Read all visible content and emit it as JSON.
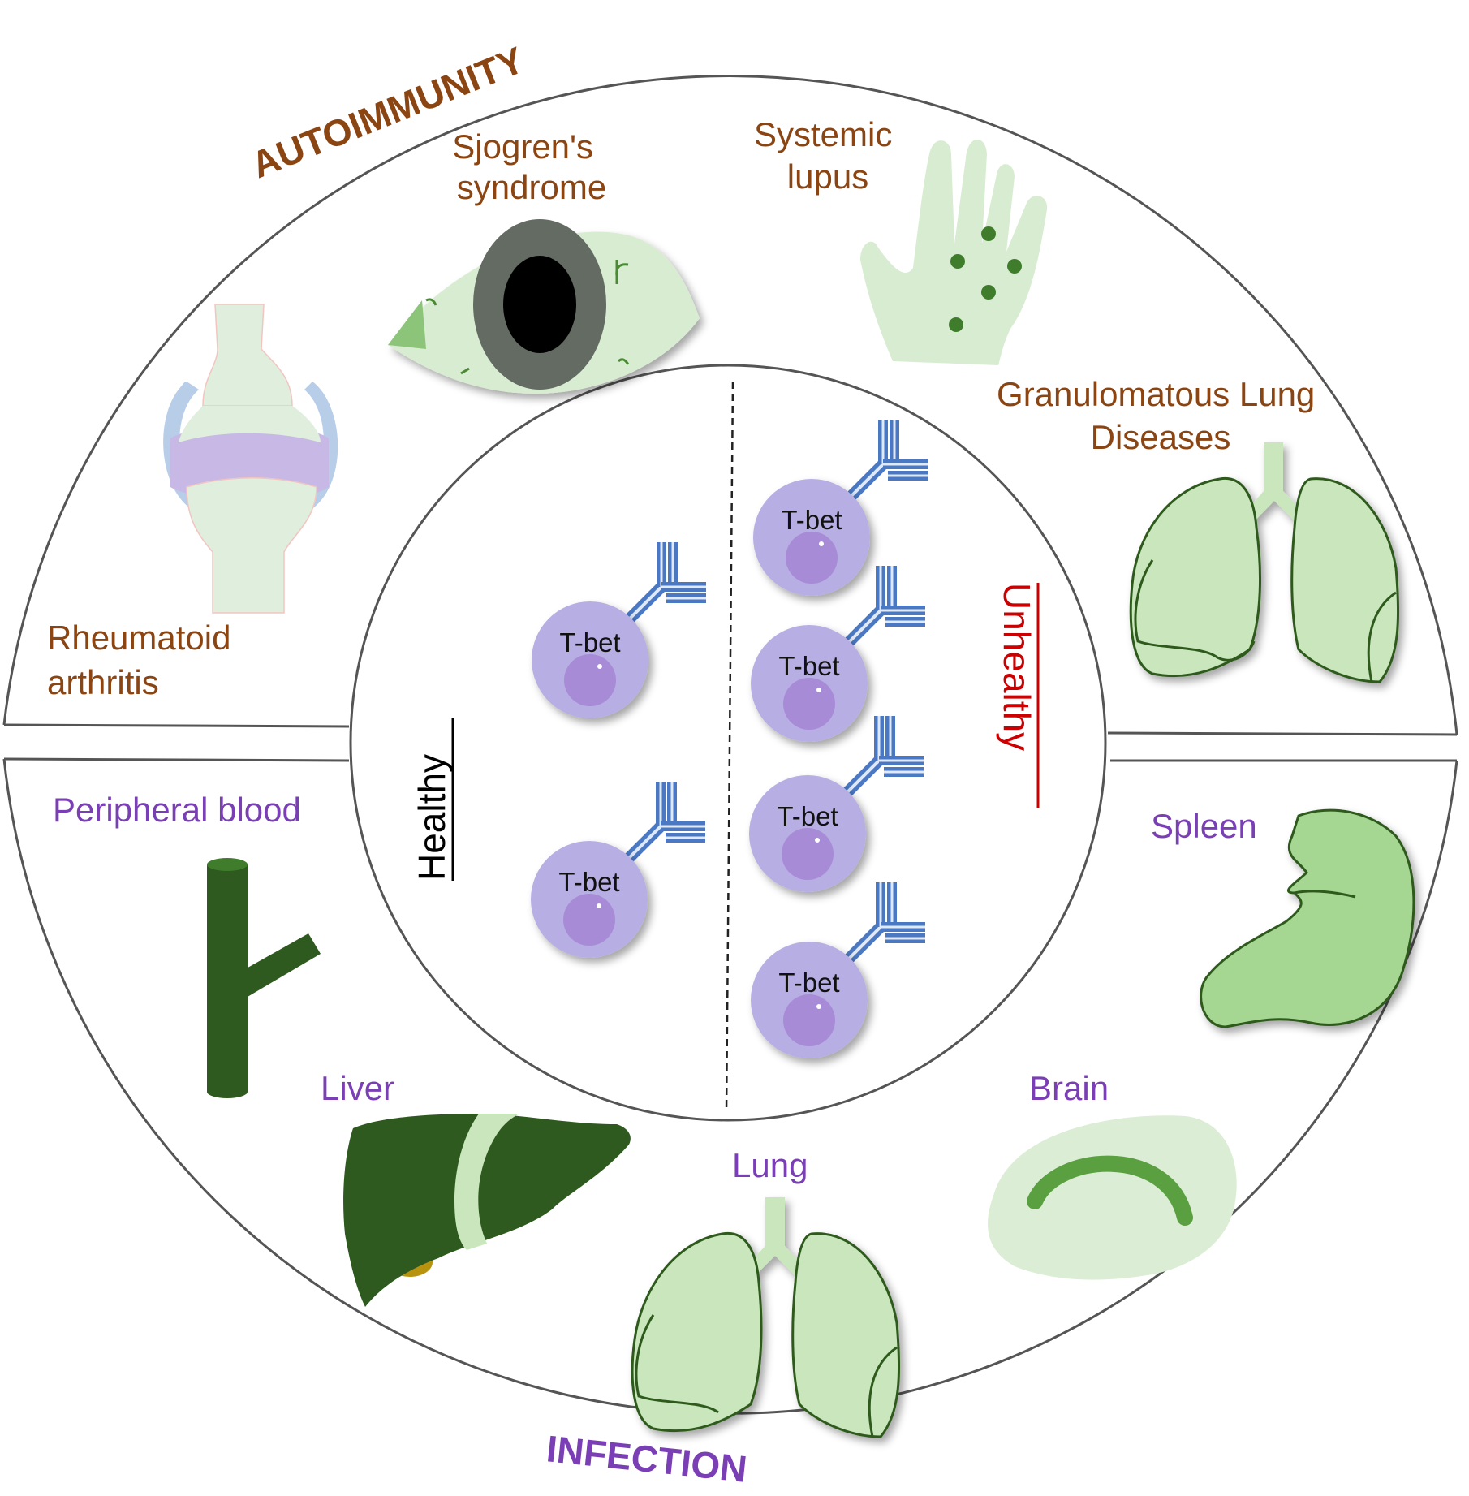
{
  "sections": {
    "top_title": "AUTOIMMUNITY",
    "bottom_title": "INFECTION"
  },
  "center": {
    "left_label": "Healthy",
    "right_label": "Unhealthy",
    "cell_marker": "T-bet"
  },
  "autoimmunity": {
    "sjogren": [
      "Sjogren's",
      "syndrome"
    ],
    "lupus": [
      "Systemic",
      "lupus"
    ],
    "granulomatous": [
      "Granulomatous Lung",
      "Diseases"
    ],
    "rheumatoid": [
      "Rheumatoid",
      "arthritis"
    ]
  },
  "infection": {
    "peripheral_blood": "Peripheral blood",
    "spleen": "Spleen",
    "liver": "Liver",
    "lung": "Lung",
    "brain": "Brain"
  },
  "colors": {
    "autoimmunity_text": "#8b4513",
    "infection_text": "#7b3fb5",
    "healthy_text": "#000000",
    "unhealthy_text": "#cc0000",
    "cell_fill": "#b7aee3",
    "nucleus_fill": "#a88bd6",
    "antibody": "#4a78c2",
    "organ_light": "#c9e6bd",
    "organ_dark": "#3f6b2a",
    "spleen_fill": "#a5d692"
  }
}
